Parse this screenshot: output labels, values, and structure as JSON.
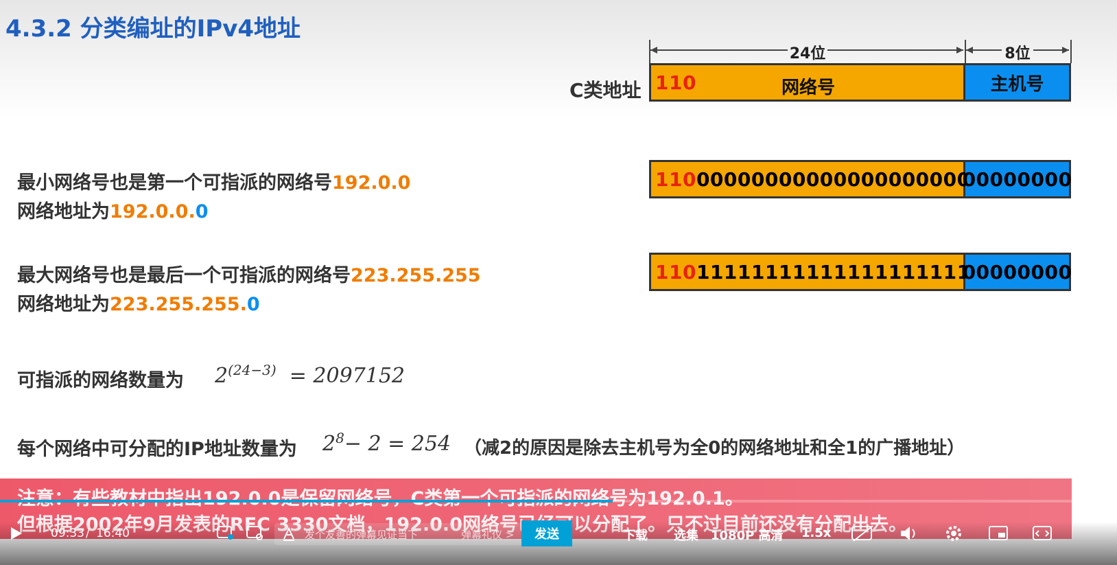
{
  "slide": {
    "title": "4.3.2 分类编址的IPv4地址",
    "bits24": "24位",
    "bits8": "8位",
    "class_label": "C类地址",
    "format_prefix": "110",
    "format_net": "网络号",
    "format_host": "主机号",
    "min_prefix": "110",
    "min_net_bits": "000000000000000000000",
    "min_host_bits": "00000000",
    "max_prefix": "110",
    "max_net_bits": "111111111111111111111",
    "max_host_bits": "00000000",
    "min_line1_text": "最小网络号也是第一个可指派的网络号",
    "min_line1_value": "192.0.0",
    "min_line2_text": "网络地址为",
    "min_line2_net": "192.0.0.",
    "min_line2_host": "0",
    "max_line1_text": "最大网络号也是最后一个可指派的网络号",
    "max_line1_value": "223.255.255",
    "max_line2_text": "网络地址为",
    "max_line2_net": "223.255.255.",
    "max_line2_host": "0",
    "count_text": "可指派的网络数量为",
    "count_base": "2",
    "count_exp": "(24−3)",
    "count_result": "=  2097152",
    "hosts_text": "每个网络中可分配的IP地址数量为",
    "hosts_base": "2",
    "hosts_exp": "8",
    "hosts_rest": "−  2  =  254",
    "hosts_reason": "（减2的原因是除去主机号为全0的网络地址和全1的广播地址）",
    "note1": "注意：有些教材中指出192.0.0是保留网络号，C类第一个可指派的网络号为192.0.1。",
    "note2": "但根据2002年9月发表的RFC 3330文档，192.0.0网络号已经可以分配了。只不过目前还没有分配出去。"
  },
  "player": {
    "time_current": "09:33",
    "time_sep": "/",
    "time_total": "16:40",
    "danmaku_placeholder": "发个友善的弹幕见证当下",
    "danmaku_etiquette": "弹幕礼仪 >",
    "send_label": "发送",
    "download_label": "下载",
    "episodes_label": "选集",
    "quality_label": "1080P 高清",
    "speed_label": "1.5x",
    "progress_fraction": 0.572,
    "accent": "#00a1d6"
  }
}
